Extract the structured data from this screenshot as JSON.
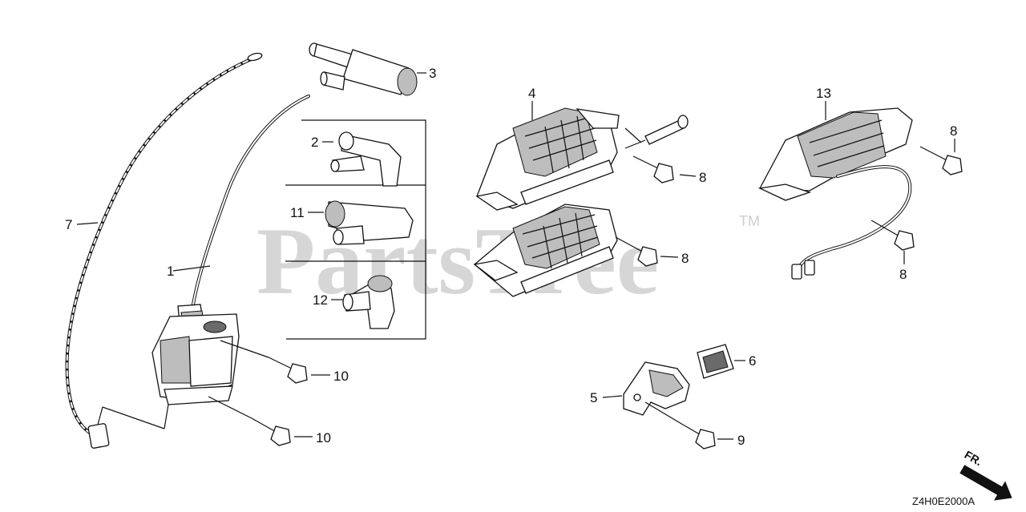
{
  "watermark": {
    "text": "PartsTree",
    "trademark": "TM"
  },
  "diagram_code": "Z4H0E2000A",
  "direction_label": "FR.",
  "callouts": {
    "c1": "1",
    "c2": "2",
    "c3": "3",
    "c4": "4",
    "c5": "5",
    "c6": "6",
    "c7": "7",
    "c8a": "8",
    "c8b": "8",
    "c8c": "8",
    "c8d": "8",
    "c9": "9",
    "c10a": "10",
    "c10b": "10",
    "c11": "11",
    "c12": "12",
    "c13": "13"
  },
  "icons": {
    "ignition_coil": "ignition-coil-icon",
    "charge_coil": "charge-coil-icon",
    "spark_plug_cap": "spark-plug-cap-icon",
    "bolt": "bolt-icon",
    "ground_wire": "ground-wire-icon",
    "bracket": "bracket-icon",
    "grommet": "grommet-icon",
    "arrow": "front-arrow-icon"
  }
}
